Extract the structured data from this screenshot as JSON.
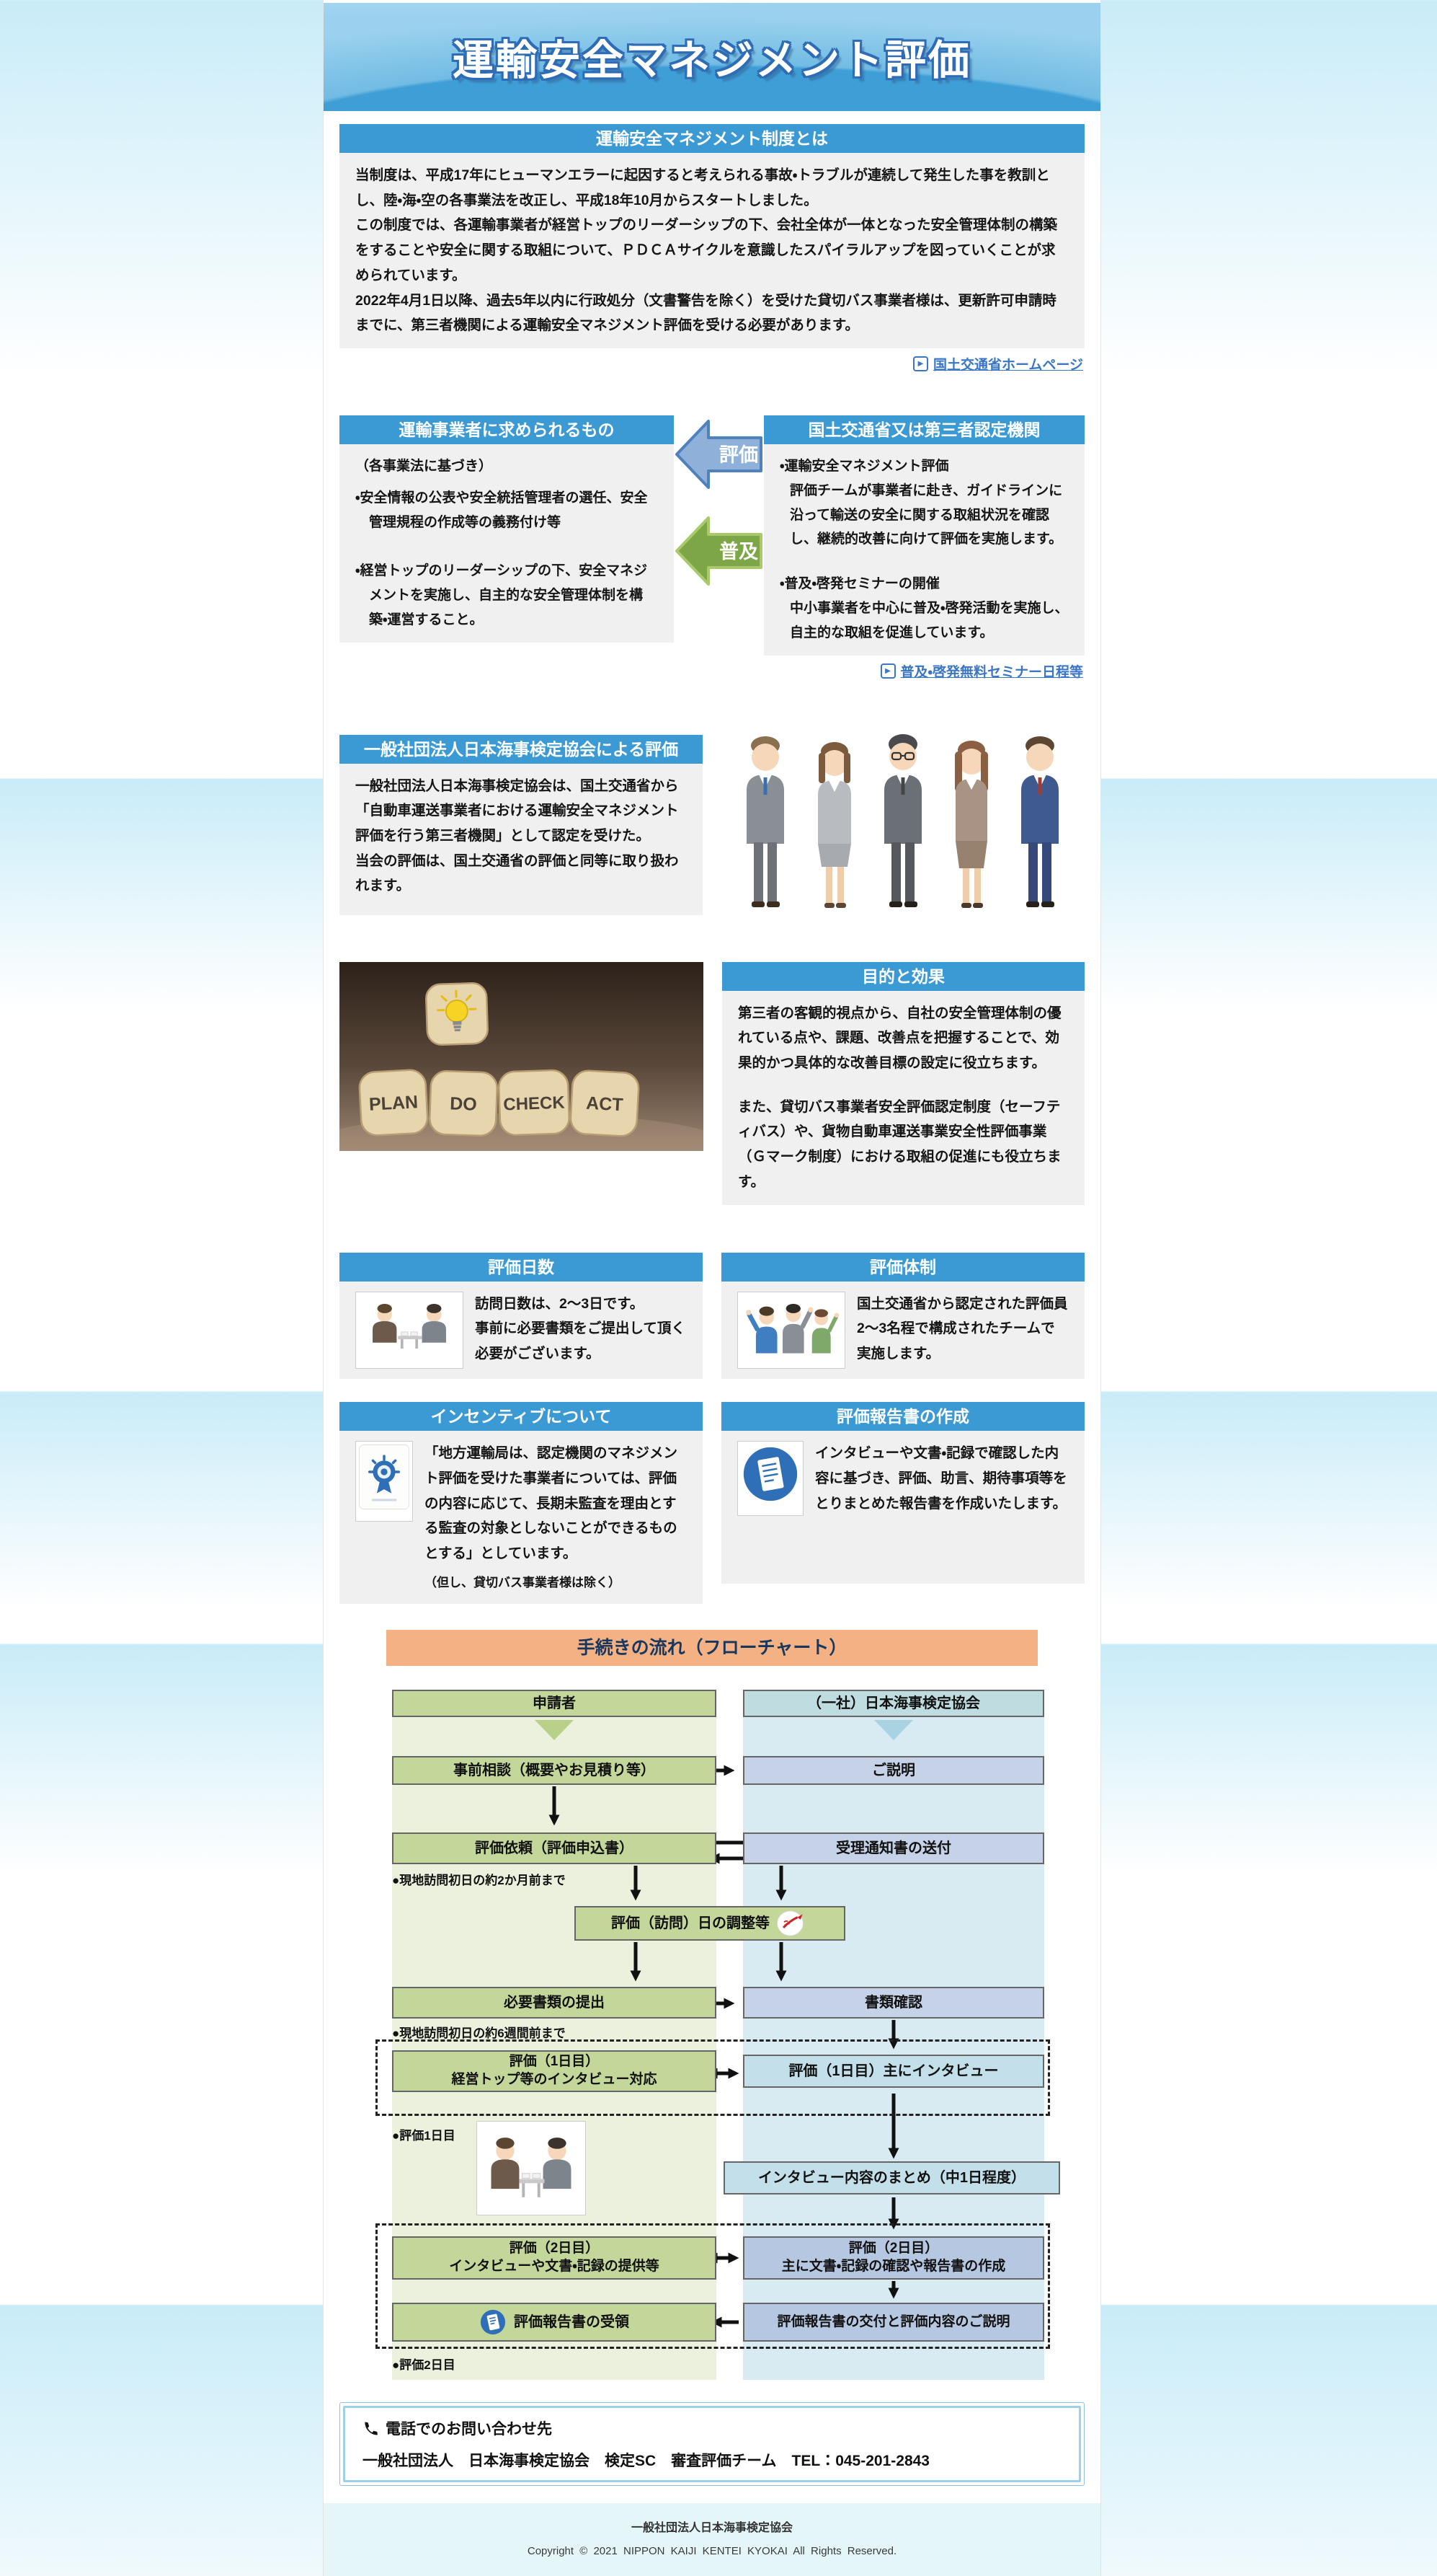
{
  "page": {
    "title": "運輸安全マネジメント評価"
  },
  "icons": {
    "link_glyph": "▶"
  },
  "colors": {
    "header_bar": "#3b9ad3",
    "flow_header_bg": "#f4b183",
    "green_box": "#c4d79b",
    "blue_box": "#c6d2e8",
    "cyan_box": "#c3e0ea",
    "lavender_box": "#b6c7e2",
    "link": "#3a76c4",
    "arrow_eval": "#8fb0d9",
    "arrow_spread": "#7da646"
  },
  "sections": {
    "about": {
      "heading": "運輸安全マネジメント制度とは",
      "paragraphs": [
        "当制度は、平成17年にヒューマンエラーに起因すると考えられる事故・トラブルが連続して発生した事を教訓とし、陸・海・空の各事業法を改正し、平成18年10月からスタートしました。",
        "この制度では、各運輸事業者が経営トップのリーダーシップの下、会社全体が一体となった安全管理体制の構築をすることや安全に関する取組について、ＰＤＣＡサイクルを意識したスパイラルアップを図っていくことが求められています。",
        "2022年4月1日以降、過去5年以内に行政処分（文書警告を除く）を受けた貸切バス事業者様は、更新許可申請時までに、第三者機関による運輸安全マネジメント評価を受ける必要があります。"
      ],
      "link_label": "国土交通省ホームページ"
    },
    "required": {
      "heading": "運輸事業者に求められるもの",
      "intro": "（各事業法に基づき）",
      "item1": "・安全情報の公表や安全統括管理者の選任、安全管理規程の作成等の義務付け等",
      "item2_pre": "・経営トップのリーダーシップの下、",
      "item2_bold": "安全マネジメントを実施",
      "item2_post": "し、自主的な安全管理体制を構築・運営すること。"
    },
    "authority": {
      "heading": "国土交通省又は第三者認定機関",
      "items": [
        {
          "title": "・運輸安全マネジメント評価",
          "body": "評価チームが事業者に赴き、ガイドラインに沿って輸送の安全に関する取組状況を確認し、継続的改善に向けて評価を実施します。"
        },
        {
          "title": "・普及・啓発セミナーの開催",
          "body": "中小事業者を中心に普及・啓発活動を実施し、自主的な取組を促進しています。"
        }
      ],
      "link_label": "普及・啓発無料セミナー日程等"
    },
    "arrows": {
      "evaluation": "評価",
      "spread": "普及"
    },
    "nkkk": {
      "heading": "一般社団法人日本海事検定協会による評価",
      "paragraphs": [
        "一般社団法人日本海事検定協会は、国土交通省から「自動車運送事業者における運輸安全マネジメント評価を行う第三者機関」として認定を受けた。",
        "当会の評価は、国土交通省の評価と同等に取り扱われます。"
      ]
    },
    "pdca": {
      "blocks": [
        "PLAN",
        "DO",
        "CHECK",
        "ACT"
      ]
    },
    "purpose": {
      "heading": "目的と効果",
      "paragraphs": [
        "第三者の客観的視点から、自社の安全管理体制の優れている点や、課題、改善点を把握することで、効果的かつ具体的な改善目標の設定に役立ちます。",
        "また、貸切バス事業者安全評価認定制度（セーフティバス）や、貨物自動車運送事業安全性評価事業（Ｇマーク制度）における取組の促進にも役立ちます。"
      ]
    },
    "days": {
      "heading": "評価日数",
      "lines": [
        "訪問日数は、2～3日です。",
        "事前に必要書類をご提出して頂く必要がございます。"
      ]
    },
    "team": {
      "heading": "評価体制",
      "body": "国土交通省から認定された評価員2～3名程で構成されたチームで実施します。"
    },
    "incentive": {
      "heading": "インセンティブについて",
      "body": "「地方運輸局は、認定機関のマネジメント評価を受けた事業者については、評価の内容に応じて、長期未監査を理由とする監査の対象としないことができるものとする」としています。",
      "note": "（但し、貸切バス事業者様は除く）"
    },
    "report": {
      "heading": "評価報告書の作成",
      "body": "インタビューや文書・記録で確認した内容に基づき、評価、助言、期待事項等をとりまとめた報告書を作成いたします。"
    }
  },
  "flow": {
    "heading": "手続きの流れ（フローチャート）",
    "columns": {
      "applicant": "申請者",
      "agency": "（一社）日本海事検定協会"
    },
    "steps": {
      "consult": "事前相談（概要やお見積り等）",
      "explain": "ご説明",
      "request": "評価依頼（評価申込書）",
      "acceptance": "受理通知書の送付",
      "schedule": "評価（訪問）日の調整等",
      "documents": "必要書類の提出",
      "doc_check": "書類確認",
      "day1_left_1": "評価（1日目）",
      "day1_left_2": "経営トップ等のインタビュー対応",
      "day1_right": "評価（1日目）主にインタビュー",
      "summary": "インタビュー内容のまとめ（中1日程度）",
      "day2_left_1": "評価（2日目）",
      "day2_left_2": "インタビューや文書・記録の提供等",
      "day2_right_1": "評価（2日目）",
      "day2_right_2": "主に文書・記録の確認や報告書の作成",
      "receive": "評価報告書の受領",
      "deliver": "評価報告書の交付と評価内容のご説明"
    },
    "notes": {
      "two_months": "●現地訪問初日の約2か月前まで",
      "six_weeks": "●現地訪問初日の約6週間前まで",
      "day1": "●評価1日目",
      "day2": "●評価2日目"
    }
  },
  "contact": {
    "heading": "電話でのお問い合わせ先",
    "line": "一般社団法人　日本海事検定協会　検定SC　審査評価チーム　TEL：045-201-2843"
  },
  "footer": {
    "org": "一般社団法人日本海事検定協会",
    "copyright": "Copyright © 2021 NIPPON KAIJI KENTEI KYOKAI All Rights Reserved."
  }
}
